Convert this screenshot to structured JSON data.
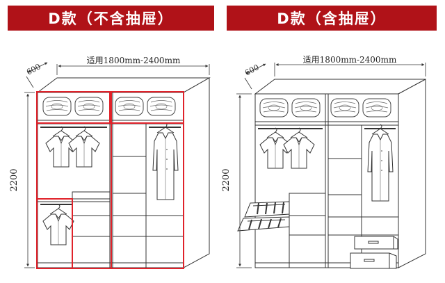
{
  "left": {
    "title": "D款（不含抽屉）",
    "size_range": "适用1800mm-2400mm",
    "depth": "600",
    "height": "2200"
  },
  "right": {
    "title": "D款（含抽屉）",
    "size_range": "适用1800mm-2400mm",
    "depth": "600",
    "height": "2200"
  },
  "colors": {
    "banner": "#b01218",
    "highlight": "#e0222a",
    "line": "#333333"
  }
}
